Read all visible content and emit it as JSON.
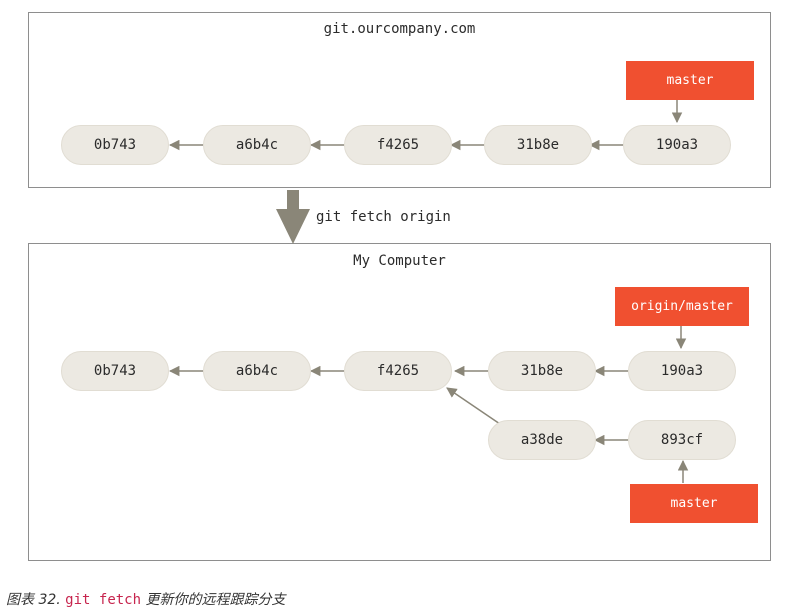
{
  "server": {
    "title": "git.ourcompany.com",
    "commits": [
      "0b743",
      "a6b4c",
      "f4265",
      "31b8e",
      "190a3"
    ],
    "branch_label": "master"
  },
  "fetch_command": "git fetch origin",
  "local": {
    "title": "My Computer",
    "commits_main": [
      "0b743",
      "a6b4c",
      "f4265",
      "31b8e",
      "190a3"
    ],
    "commits_branch": [
      "a38de",
      "893cf"
    ],
    "remote_branch_label": "origin/master",
    "branch_label": "master"
  },
  "caption": {
    "figure": "图表 32.",
    "code": "git fetch",
    "text": "更新你的远程跟踪分支"
  },
  "colors": {
    "border": "#8e8e8e",
    "commit_fill": "#ece9e2",
    "label_fill": "#f05030",
    "arrow": "#8a8678"
  }
}
